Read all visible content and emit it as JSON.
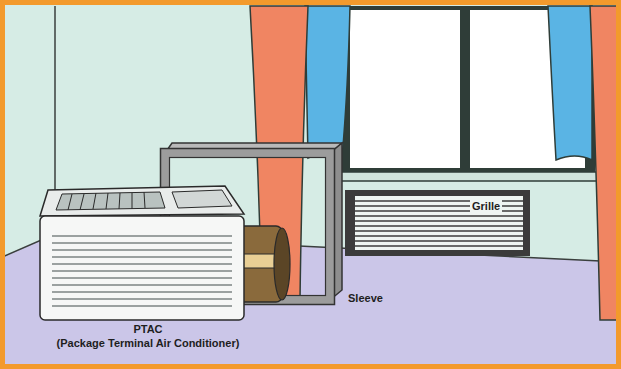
{
  "diagram": {
    "labels": [
      "Grille",
      "Sleeve",
      "PTAC",
      "(Package Terminal Air Conditioner)"
    ]
  }
}
